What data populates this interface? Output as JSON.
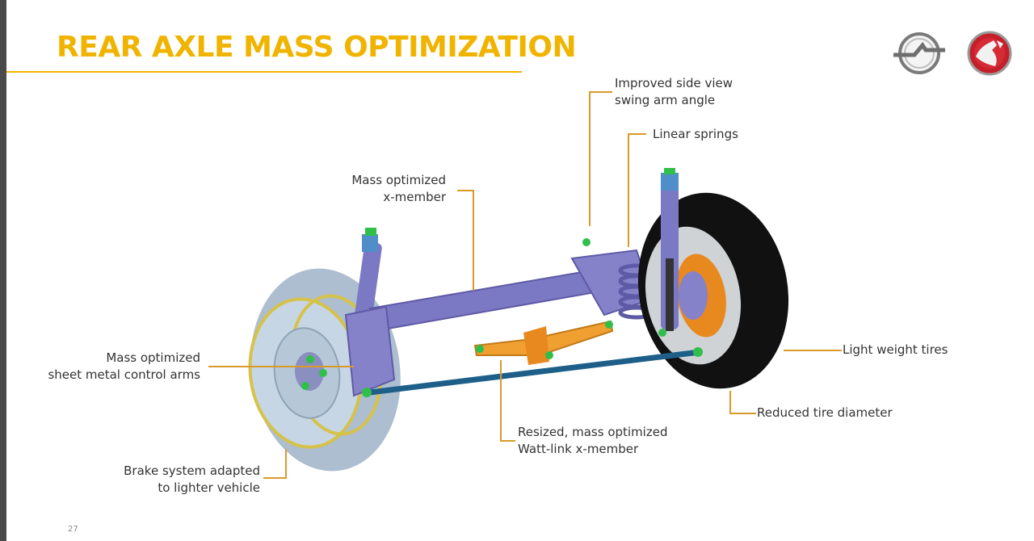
{
  "slide": {
    "title": "REAR AXLE MASS OPTIMIZATION",
    "page_number": "27"
  },
  "callouts": {
    "swing_arm": [
      "Improved side view",
      "swing arm angle"
    ],
    "linear_springs": [
      "Linear springs"
    ],
    "x_member": [
      "Mass optimized",
      "x-member"
    ],
    "control_arms": [
      "Mass optimized",
      "sheet metal control arms"
    ],
    "light_tires": [
      "Light weight tires"
    ],
    "tire_diameter": [
      "Reduced tire diameter"
    ],
    "watt_link": [
      "Resized, mass optimized",
      "Watt-link x-member"
    ],
    "brake_system": [
      "Brake system adapted",
      "to lighter vehicle"
    ]
  },
  "colors": {
    "accent": "#f0b400",
    "leader_line": "#d99a2b",
    "axle": "#7b78c4",
    "tire": "#111111",
    "brake_disc": "#e8891f",
    "watt_link": "#f0a030",
    "tie_rod": "#1e5f8a",
    "green_parts": "#2fbf4a"
  },
  "logos": [
    "opel-logo",
    "vauxhall-logo"
  ]
}
